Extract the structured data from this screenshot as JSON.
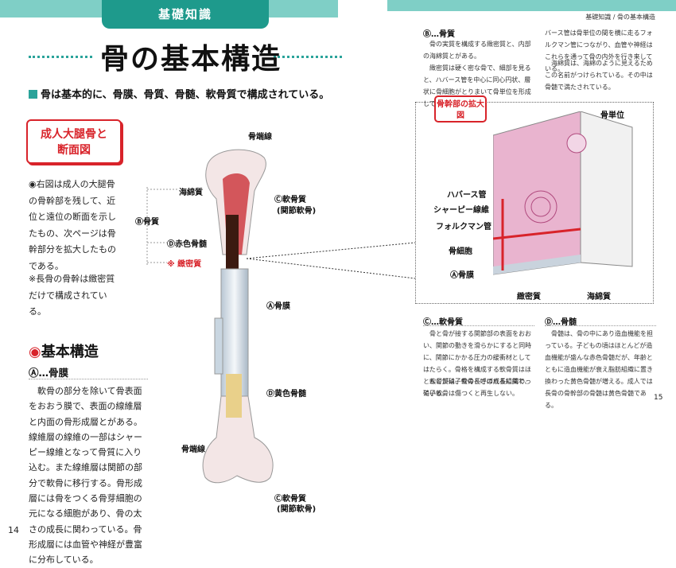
{
  "header": {
    "tab": "基礎知識",
    "breadcrumb": "基礎知識 / 骨の基本構造"
  },
  "title": "骨の基本構造",
  "subtitle": "骨は基本的に、骨膜、骨質、骨髄、軟骨質で構成されている。",
  "figure_box": {
    "line1": "成人大腿骨と",
    "line2": "断面図"
  },
  "notes": {
    "main": "◉右図は成人の大腿骨の骨幹部を残して、近位と遠位の断面を示したもの、次ページは骨幹部分を拡大したものである。",
    "asterisk": "※長骨の骨幹は緻密質だけで構成されている。"
  },
  "section": {
    "title": "基本構造",
    "a_title": "Ⓐ…骨膜",
    "a_body": "軟骨の部分を除いて骨表面をおおう膜で、表面の線維層と内面の骨形成層とがある。線維層の線維の一部はシャーピー線維となって骨質に入り込む。また線維層は関節の部分で軟骨に移行する。骨形成層には骨をつくる骨芽細胞の元になる細胞があり、骨の太さの成長に関わっている。骨形成層には血管や神経が豊富に分布している。"
  },
  "bone_labels": {
    "epiphyseal_top": "骨端線",
    "spongy": "海綿質",
    "b_bone": "Ⓑ骨質",
    "d_red": "Ⓓ赤色骨髄",
    "compact": "※ 緻密質",
    "c_cartilage": "Ⓒ軟骨質",
    "c_joint": "(関節軟骨)",
    "a_periosteum": "Ⓐ骨膜",
    "d_yellow": "Ⓓ黄色骨髄",
    "epiphyseal_bottom": "骨端線",
    "c_cartilage2": "Ⓒ軟骨質",
    "c_joint2": "(関節軟骨)"
  },
  "right": {
    "b_title": "Ⓑ…骨質",
    "b_body": "骨の実質を構成する緻密質と、内部の海綿質とがある。",
    "b_body2": "緻密質は硬く密な骨で、細部を見ると、ハバース管を中心に同心円状、層状に骨細胞がとりまいて骨単位を形成している。ハ",
    "r_body": "バース管は骨単位の間を横に走るフォルクマン管につながり、血管や神経はこれらを通って骨の内外を行き来している。",
    "r_body2": "海綿質は、海綿のように見えるためこの名前がつけられている。その中は骨髄で満たされている。",
    "zoom_tag": "骨幹部の拡大図",
    "zoom_labels": {
      "osteon": "骨単位",
      "havers": "ハバース管",
      "sharpey": "シャーピー線維",
      "volkmann": "フォルクマン管",
      "osteocyte": "骨細胞",
      "a_periosteum": "Ⓐ骨膜",
      "compact": "緻密質",
      "spongy": "海綿質"
    },
    "c_title": "Ⓒ…軟骨質",
    "c_body": "骨と骨が接する関節部の表面をおおい、関節の動きを滑らかにすると同時に、関節にかかる圧力の緩衝材としてはたらく。骨格を構成する軟骨質はほとんどが硝子軟骨と呼ばれる組織で、硝子軟骨は傷つくと再生しない。",
    "c_body2": "軟骨質は、骨の長さの成長に関わっている。",
    "d_title": "Ⓓ…骨髄",
    "d_body": "骨髄は、骨の中にあり造血機能を担っている。子どもの頃はほとんどが造血機能が盛んな赤色骨髄だが、年齢とともに造血機能が衰え脂肪組織に置き換わった黄色骨髄が増える。成人では長骨の骨幹部の骨髄は黄色骨髄である。"
  },
  "page_numbers": {
    "left": "14",
    "right": "15"
  },
  "colors": {
    "teal": "#2aa39a",
    "red": "#d8232a",
    "header_bar": "#7fcfc6"
  }
}
